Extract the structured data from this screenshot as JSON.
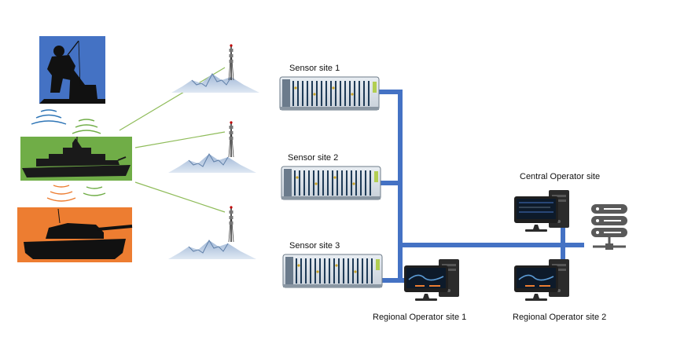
{
  "labels": {
    "sensor_site_1": "Sensor site 1",
    "sensor_site_2": "Sensor site 2",
    "sensor_site_3": "Sensor site 3",
    "central_operator": "Central Operator site",
    "regional_operator_1": "Regional Operator site 1",
    "regional_operator_2": "Regional Operator site 2"
  },
  "icons": {
    "soldier": "soldier-radio-icon",
    "ship": "warship-icon",
    "tank": "tank-icon",
    "tower": "radio-tower-mountain-icon",
    "instrument": "pxi-chassis-icon",
    "computer": "workstation-icon",
    "server": "server-stack-icon"
  },
  "colors": {
    "network_line": "#4472c4",
    "soldier_bg": "#4472c4",
    "ship_bg": "#70ad47",
    "tank_bg": "#ed7d31",
    "radio_link": "#8fbc5a",
    "wave_blue": "#2e75b6",
    "wave_green": "#70ad47",
    "wave_orange": "#ed7d31"
  }
}
